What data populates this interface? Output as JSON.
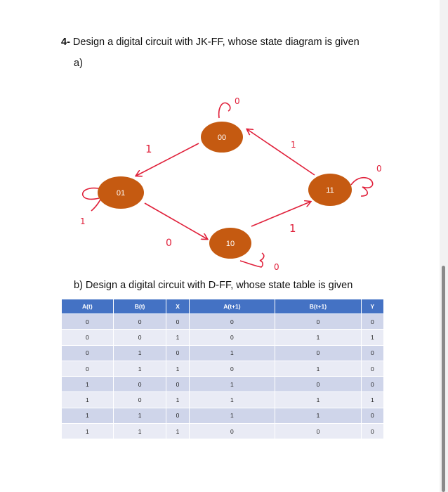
{
  "question": {
    "number": "4-",
    "text": " Design a digital circuit with JK-FF, whose state diagram is given",
    "part_a": "a)",
    "part_b": "b) Design a digital circuit with D-FF, whose state table is given"
  },
  "diagram": {
    "node_color": "#c55a11",
    "arrow_color": "#e0203a",
    "states": [
      "00",
      "01",
      "10",
      "11"
    ],
    "annotations": {
      "self_00": "0",
      "edge_00_01": "1",
      "edge_11_00": "1",
      "self_11": "0",
      "self_01": "1",
      "edge_01_10": "0",
      "edge_10_11": "1",
      "self_10": "0"
    }
  },
  "table": {
    "header_color": "#4472c4",
    "headers": [
      "A(t)",
      "B(t)",
      "X",
      "A(t+1)",
      "B(t+1)",
      "Y"
    ],
    "rows": [
      [
        "0",
        "0",
        "0",
        "0",
        "0",
        "0"
      ],
      [
        "0",
        "0",
        "1",
        "0",
        "1",
        "1"
      ],
      [
        "0",
        "1",
        "0",
        "1",
        "0",
        "0"
      ],
      [
        "0",
        "1",
        "1",
        "0",
        "1",
        "0"
      ],
      [
        "1",
        "0",
        "0",
        "1",
        "0",
        "0"
      ],
      [
        "1",
        "0",
        "1",
        "1",
        "1",
        "1"
      ],
      [
        "1",
        "1",
        "0",
        "1",
        "1",
        "0"
      ],
      [
        "1",
        "1",
        "1",
        "0",
        "0",
        "0"
      ]
    ]
  }
}
